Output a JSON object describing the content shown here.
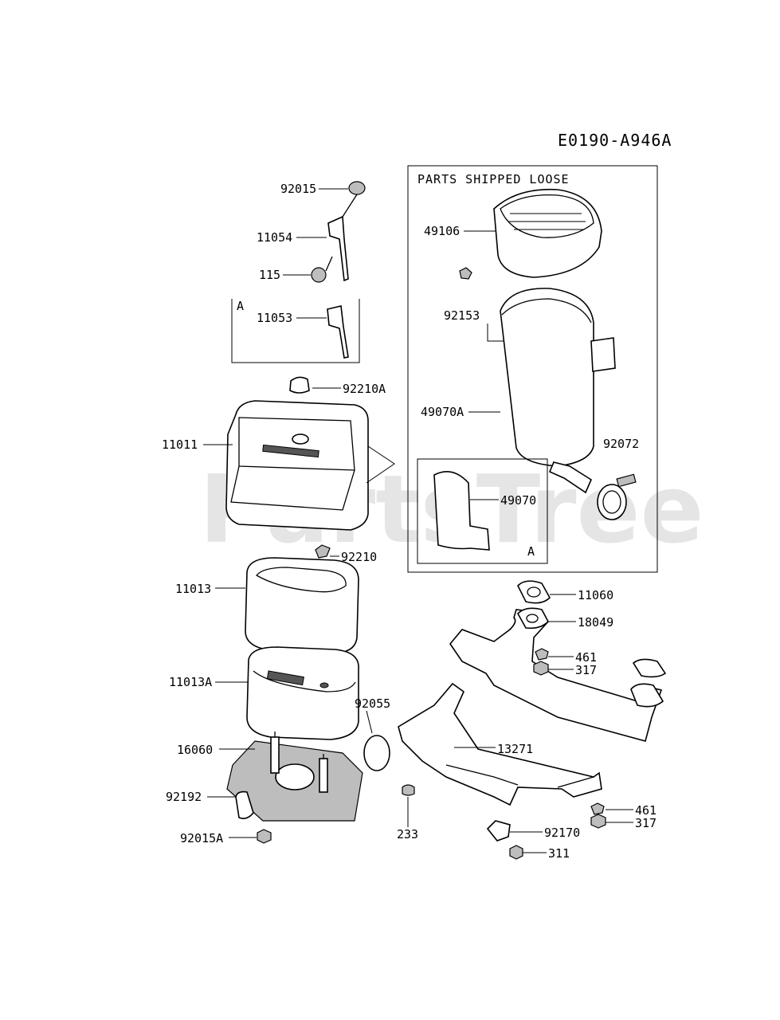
{
  "diagram_code": "E0190-A946A",
  "watermark": "PartsTree",
  "box_parts_loose": {
    "title": "PARTS SHIPPED LOOSE"
  },
  "inset_a_left": {
    "tag": "A"
  },
  "inset_a_right": {
    "tag": "A"
  },
  "labels": {
    "p92015": "92015",
    "p11054": "11054",
    "p115": "115",
    "p11053": "11053",
    "p92210A": "92210A",
    "p11011": "11011",
    "p92210": "92210",
    "p11013": "11013",
    "p11013A": "11013A",
    "p92055": "92055",
    "p16060": "16060",
    "p92192": "92192",
    "p92015A": "92015A",
    "p49106": "49106",
    "p92153": "92153",
    "p49070A": "49070A",
    "p92072": "92072",
    "p49070": "49070",
    "p11060": "11060",
    "p18049": "18049",
    "p461a": "461",
    "p317a": "317",
    "p13271": "13271",
    "p233": "233",
    "p461b": "461",
    "p317b": "317",
    "p92170": "92170",
    "p311": "311"
  }
}
